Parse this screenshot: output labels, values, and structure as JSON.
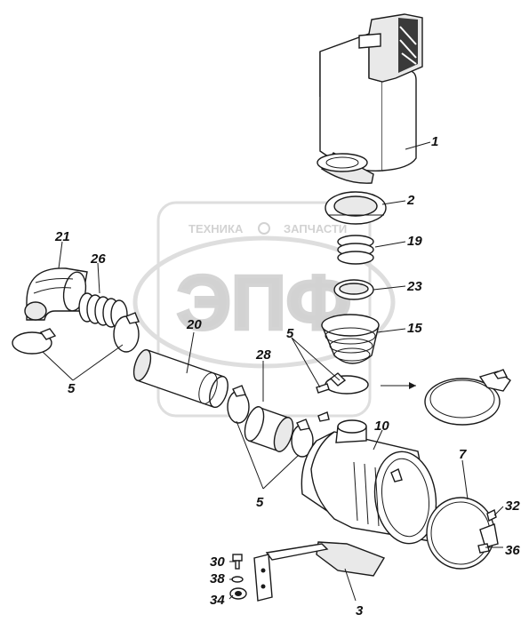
{
  "watermark": {
    "brand_left": "ТЕХНИКА",
    "brand_right": "ЗАПЧАСТИ",
    "logo_letters": "ЭПФ"
  },
  "callouts": {
    "p1": "1",
    "p2": "2",
    "p19": "19",
    "p23": "23",
    "p15": "15",
    "p21": "21",
    "p26": "26",
    "p20": "20",
    "p28": "28",
    "p5_left": "5",
    "p5_mid": "5",
    "p5_bottom": "5",
    "p10": "10",
    "p7": "7",
    "p32": "32",
    "p36": "36",
    "p30": "30",
    "p38": "38",
    "p34": "34",
    "p3": "3"
  }
}
